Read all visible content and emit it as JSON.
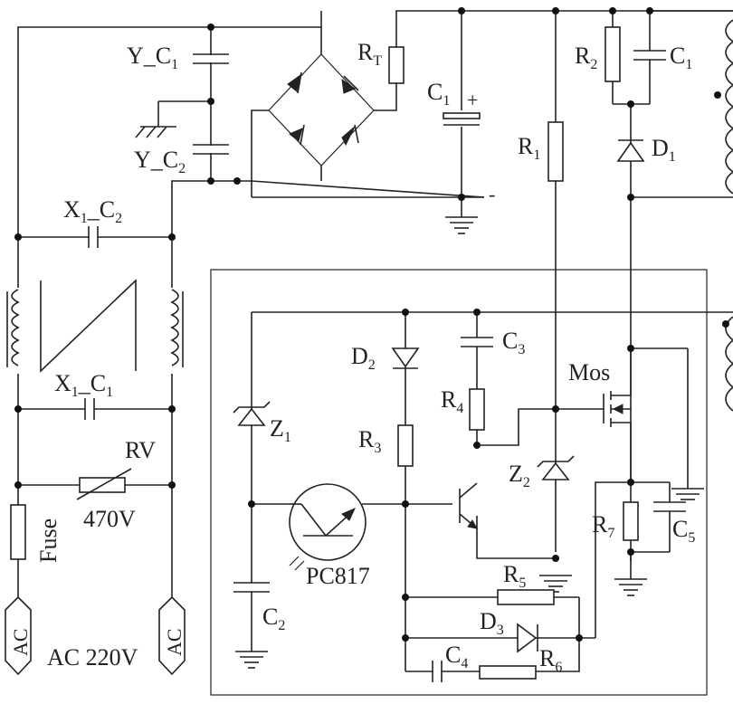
{
  "labels": {
    "y_c1": "Y_C",
    "y_c1_sub": "1",
    "y_c2": "Y_C",
    "y_c2_sub": "2",
    "x1_c2": "X",
    "x1_c2_sub": "1",
    "x1_c2_suffix": "_C",
    "x1_c2_sub2": "2",
    "x1_c1": "X",
    "x1_c1_sub": "1",
    "x1_c1_suffix": "_C",
    "x1_c1_sub2": "1",
    "rv": "RV",
    "rv_value": "470V",
    "fuse": "Fuse",
    "ac_left": "AC",
    "ac_right": "AC",
    "ac_voltage": "AC 220V",
    "rt": "R",
    "rt_sub": "T",
    "c1_bulk": "C",
    "c1_bulk_sub": "1",
    "c1_plus": "+",
    "c1_minus": "-",
    "r1": "R",
    "r1_sub": "1",
    "r2": "R",
    "r2_sub": "2",
    "c1_snub": "C",
    "c1_snub_sub": "1",
    "d1": "D",
    "d1_sub": "1",
    "z1": "Z",
    "z1_sub": "1",
    "d2": "D",
    "d2_sub": "2",
    "r3": "R",
    "r3_sub": "3",
    "c3": "C",
    "c3_sub": "3",
    "r4": "R",
    "r4_sub": "4",
    "mos": "Mos",
    "z2": "Z",
    "z2_sub": "2",
    "r7": "R",
    "r7_sub": "7",
    "c5": "C",
    "c5_sub": "5",
    "pc817": "PC817",
    "c2": "C",
    "c2_sub": "2",
    "r5": "R",
    "r5_sub": "5",
    "d3": "D",
    "d3_sub": "3",
    "c4": "C",
    "c4_sub": "4",
    "r6": "R",
    "r6_sub": "6"
  }
}
